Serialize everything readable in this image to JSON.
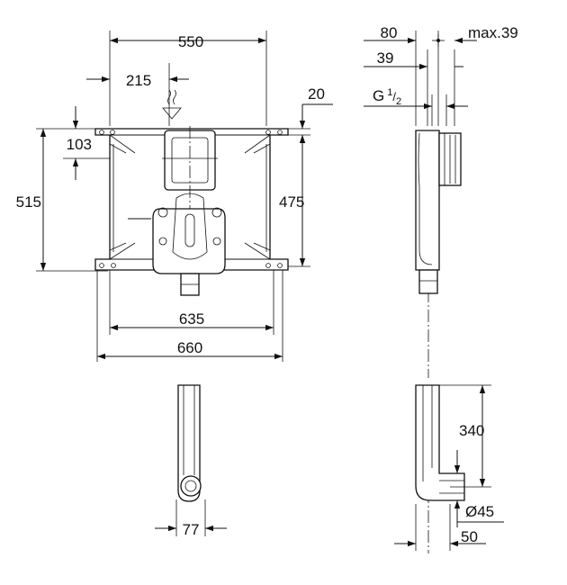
{
  "dimensions": {
    "d550": "550",
    "d215": "215",
    "d20": "20",
    "d103": "103",
    "d515": "515",
    "d475": "475",
    "d635": "635",
    "d660": "660",
    "d77": "77",
    "d80": "80",
    "dmax39": "max.39",
    "d39": "39",
    "thread_g": "G",
    "thread_num": "1",
    "thread_den": "2",
    "d340": "340",
    "d45": "Ø45",
    "d50": "50"
  }
}
